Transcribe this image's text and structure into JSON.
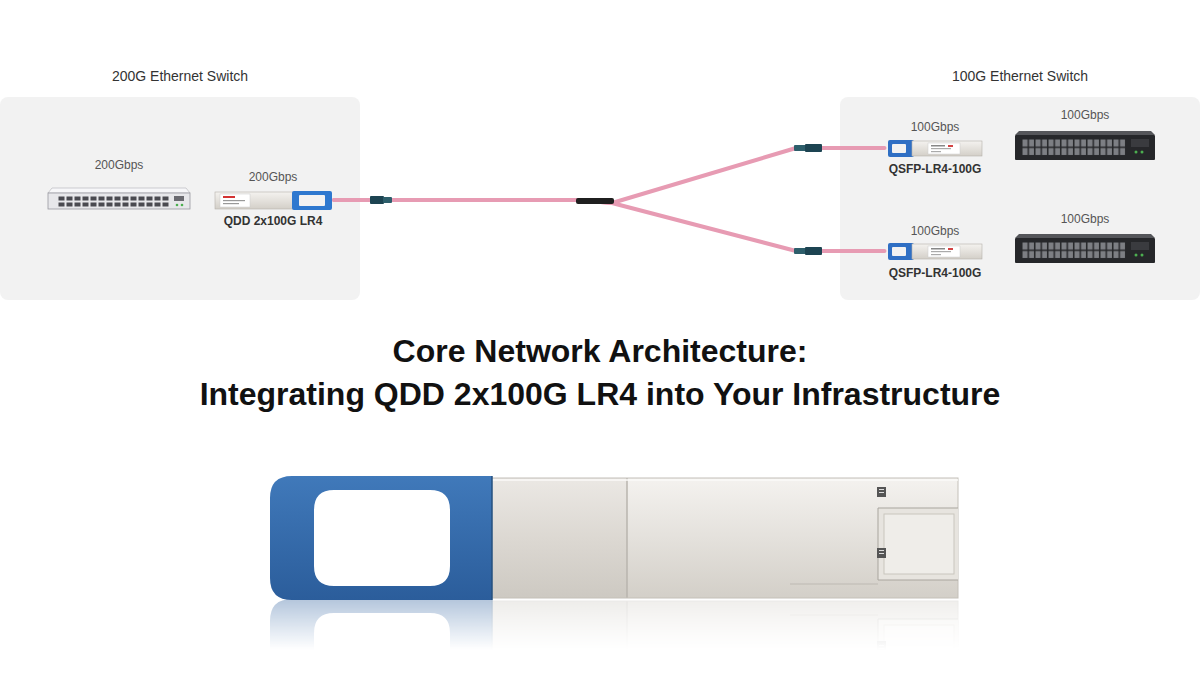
{
  "diagram": {
    "title": "Core Network Architecture: Integrating QDD 2x100G LR4 into Your Infrastructure",
    "nodes": [
      {
        "text": [
          "200G Ethernet Switch"
        ]
      },
      {
        "text": [
          "200Gbps"
        ],
        "in": 0
      },
      {
        "text": [
          "200Gbps",
          "QDD 2x100G LR4"
        ],
        "in": 0
      },
      {
        "text": [
          "100G Ethernet Switch"
        ]
      },
      {
        "text": [
          "100Gbps",
          "QSFP-LR4-100G"
        ],
        "in": 3
      },
      {
        "text": [
          "100Gbps"
        ],
        "in": 3
      },
      {
        "text": [
          "100Gbps",
          "QSFP-LR4-100G"
        ],
        "in": 3
      },
      {
        "text": [
          "100Gbps"
        ],
        "in": 3
      }
    ],
    "edges": [
      {
        "from": 2,
        "to": 4,
        "arrow": "none"
      },
      {
        "from": 2,
        "to": 6,
        "arrow": "none"
      }
    ]
  }
}
